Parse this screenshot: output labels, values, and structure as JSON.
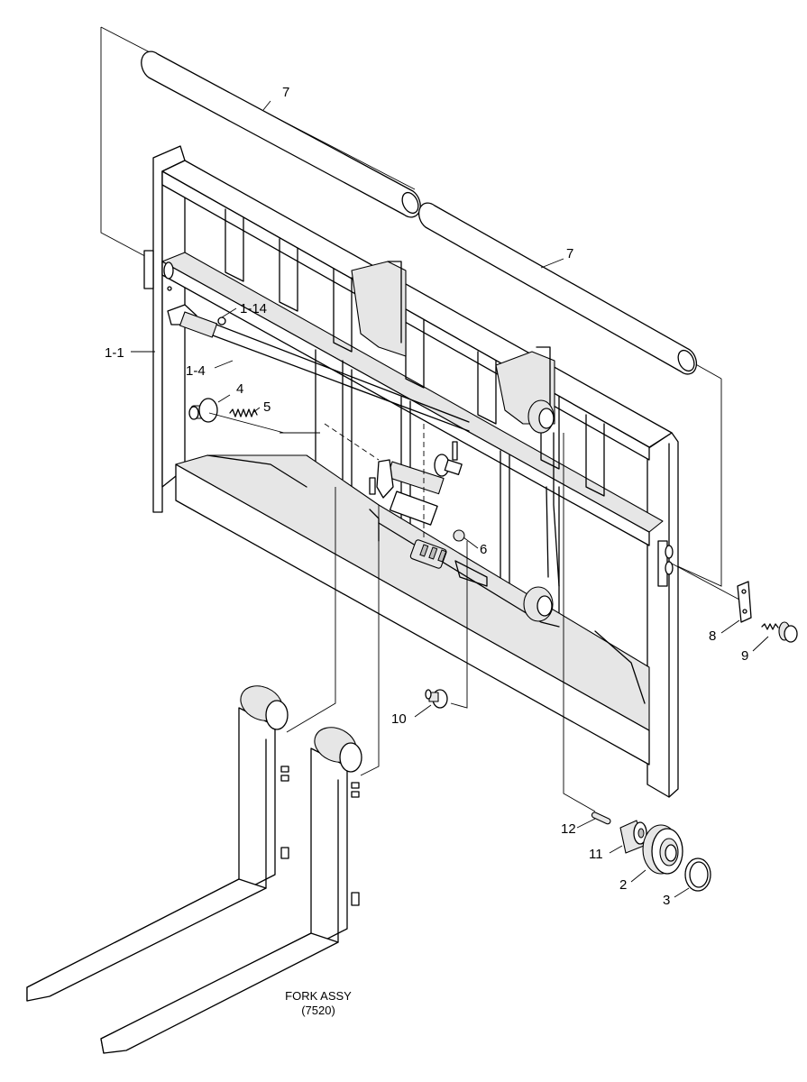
{
  "labels": {
    "part_7_upper": "7",
    "part_7_lower": "7",
    "part_1_14": "1-14",
    "part_1_1": "1-1",
    "part_1_4": "1-4",
    "part_4": "4",
    "part_5": "5",
    "part_6": "6",
    "part_8": "8",
    "part_9": "9",
    "part_10": "10",
    "part_12": "12",
    "part_11": "11",
    "part_2": "2",
    "part_3": "3"
  },
  "caption": {
    "title": "FORK ASSY",
    "code": "(7520)"
  }
}
